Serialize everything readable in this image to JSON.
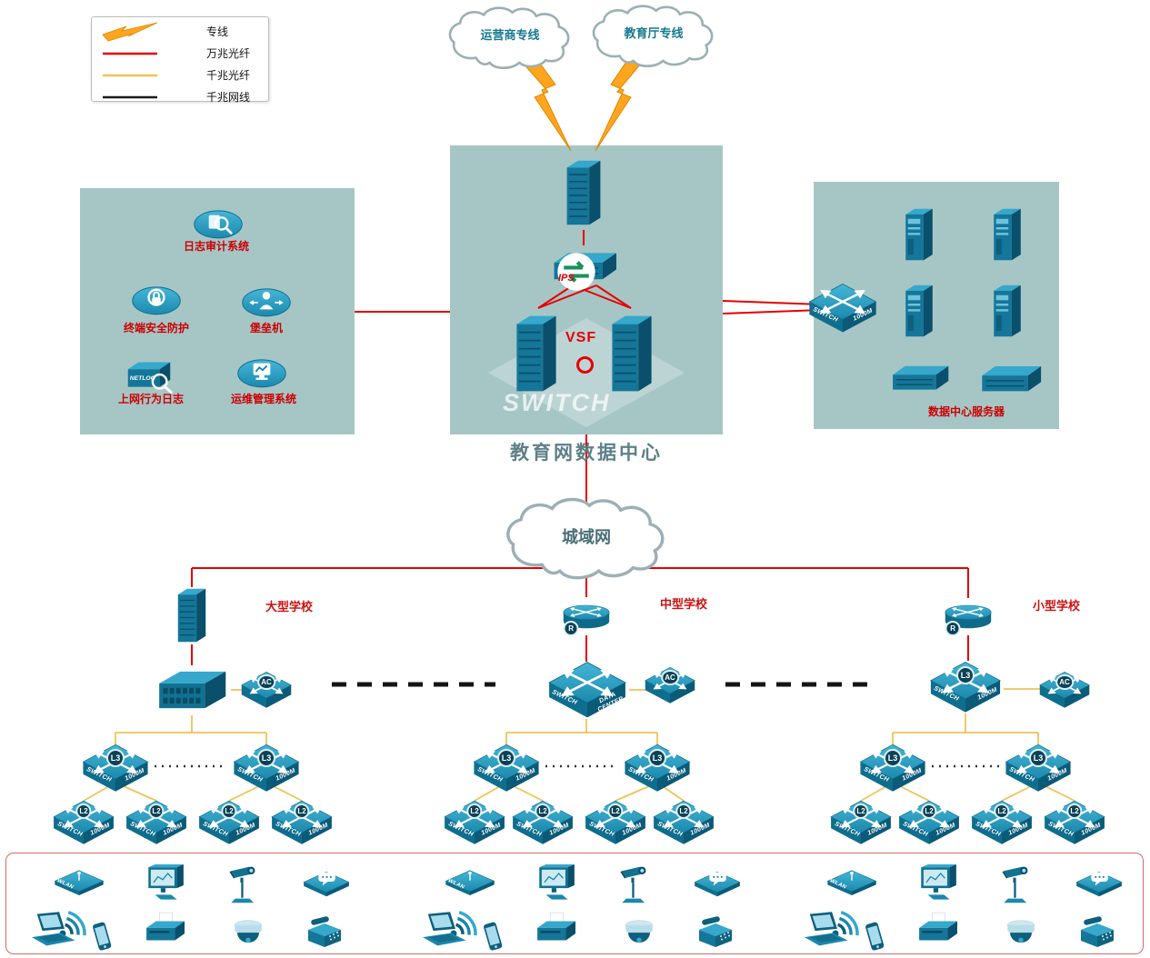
{
  "legend": {
    "items": [
      {
        "label": "专线",
        "type": "lightning"
      },
      {
        "label": "万兆光纤",
        "type": "red-line"
      },
      {
        "label": "千兆光纤",
        "type": "yellow-line"
      },
      {
        "label": "千兆网线",
        "type": "black-line"
      }
    ]
  },
  "clouds": {
    "isp_line": "运营商专线",
    "edu_line": "教育厅专线",
    "man": "城域网"
  },
  "data_center": {
    "title": "教育网数据中心",
    "vsf": "VSF",
    "ips": "IPS",
    "watermark": "SWITCH"
  },
  "left_panel": {
    "items": [
      "日志审计系统",
      "终端安全防护",
      "堡垒机",
      "上网行为日志",
      "运维管理系统"
    ],
    "netlog": "NETLOG"
  },
  "right_panel": {
    "label": "数据中心服务器"
  },
  "schools": {
    "large": "大型学校",
    "medium": "中型学校",
    "small": "小型学校"
  },
  "labels": {
    "switch": "SWITCH",
    "speed": "1000M",
    "l3": "L3",
    "l2": "L2",
    "ac": "AC",
    "r": "R",
    "dc1": "DATA",
    "dc2": "CENTER",
    "wlan": "WLAN"
  },
  "colors": {
    "fiber_10g": "#e60000",
    "fiber_1g": "#f0c355",
    "cable_1g": "#1a1a1a",
    "lightning": "#ffa51e",
    "device_teal": "#1b87ad",
    "panel_bg": "#a6c6c6",
    "label_red": "#cc0000"
  }
}
